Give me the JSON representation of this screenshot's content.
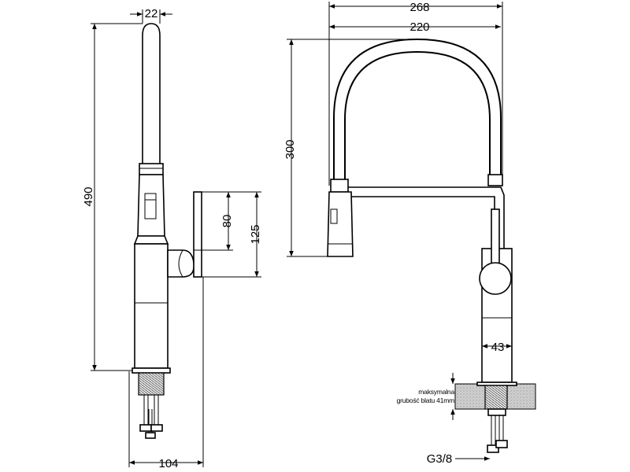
{
  "dimensions": {
    "spout_diameter": "22",
    "total_height": "490",
    "reach": "104",
    "handle_height": "80",
    "handle_max": "125",
    "total_width": "268",
    "arc_width": "220",
    "arc_height": "300",
    "base_diameter": "43",
    "connection": "G3/8"
  },
  "notes": {
    "max_thickness_line1": "maksymalna",
    "max_thickness_line2": "grubość blatu 41mm"
  },
  "colors": {
    "line": "#000000",
    "counter_fill": "#c9c9c9"
  }
}
